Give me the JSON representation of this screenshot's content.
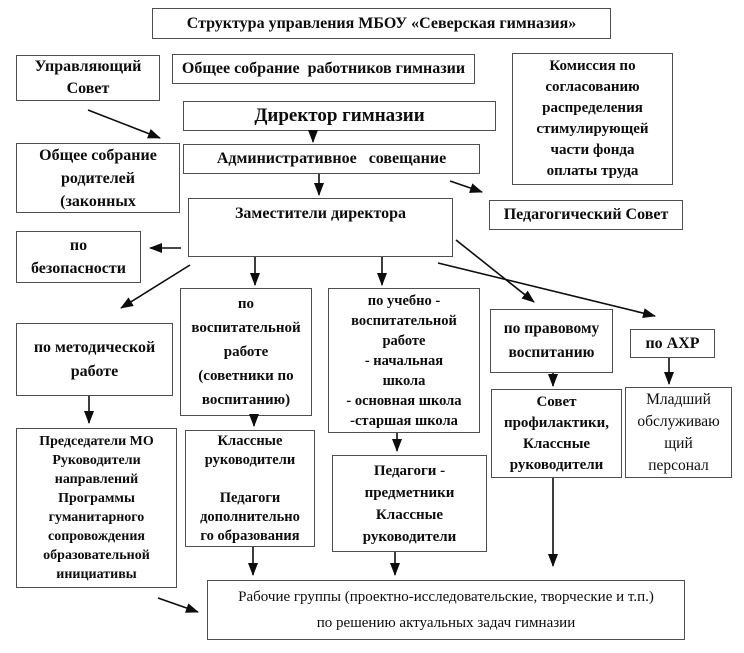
{
  "diagram": {
    "title": "Структура управления МБОУ «Северская гимназия»",
    "nodes": {
      "governing_council": "Управляющий\nСовет",
      "staff_assembly": "Общее собрание  работников гимназии",
      "commission": "Комиссия по\nсогласованию\nраспределения\nстимулирующей\nчасти фонда\nоплаты труда",
      "director": "Директор гимназии",
      "parents_assembly": "Общее собрание\nродителей\n(законных",
      "admin_meeting": "Административное   совещание",
      "pedagogical_council": "Педагогический Совет",
      "deputies": "Заместители директора",
      "security": "по\nбезопасности",
      "methodical": "по методической\nработе",
      "educational": "по\nвоспитательной\nработе\n(советники по\nвоспитанию)",
      "academic": "по учебно -\nвоспитательной\nработе\n- начальная\nшкола\n- основная школа\n-старшая школа",
      "legal": "по правовому\nвоспитанию",
      "ahr": "по АХР",
      "prevention_council": "Совет\nпрофилактики,\nКлассные\nруководители",
      "junior_staff": "Младший\nобслуживаю\nщий\nперсонал",
      "mo_chairs": "Председатели МО\nРуководители\nнаправлений\nПрограммы\nгуманитарного\nсопровождения\nобразовательной\nинициативы",
      "class_teachers": "Классные\nруководители\n\nПедагоги\nдополнительно\nго образования",
      "subject_teachers": "Педагоги -\nпредметники\nКлассные\nруководители",
      "working_groups": "Рабочие группы (проектно-исследовательские, творческие и т.п.)\nпо решению актуальных задач гимназии"
    },
    "colors": {
      "border": "#4f4f4f",
      "text": "#0d0d0d",
      "background": "#ffffff"
    }
  }
}
